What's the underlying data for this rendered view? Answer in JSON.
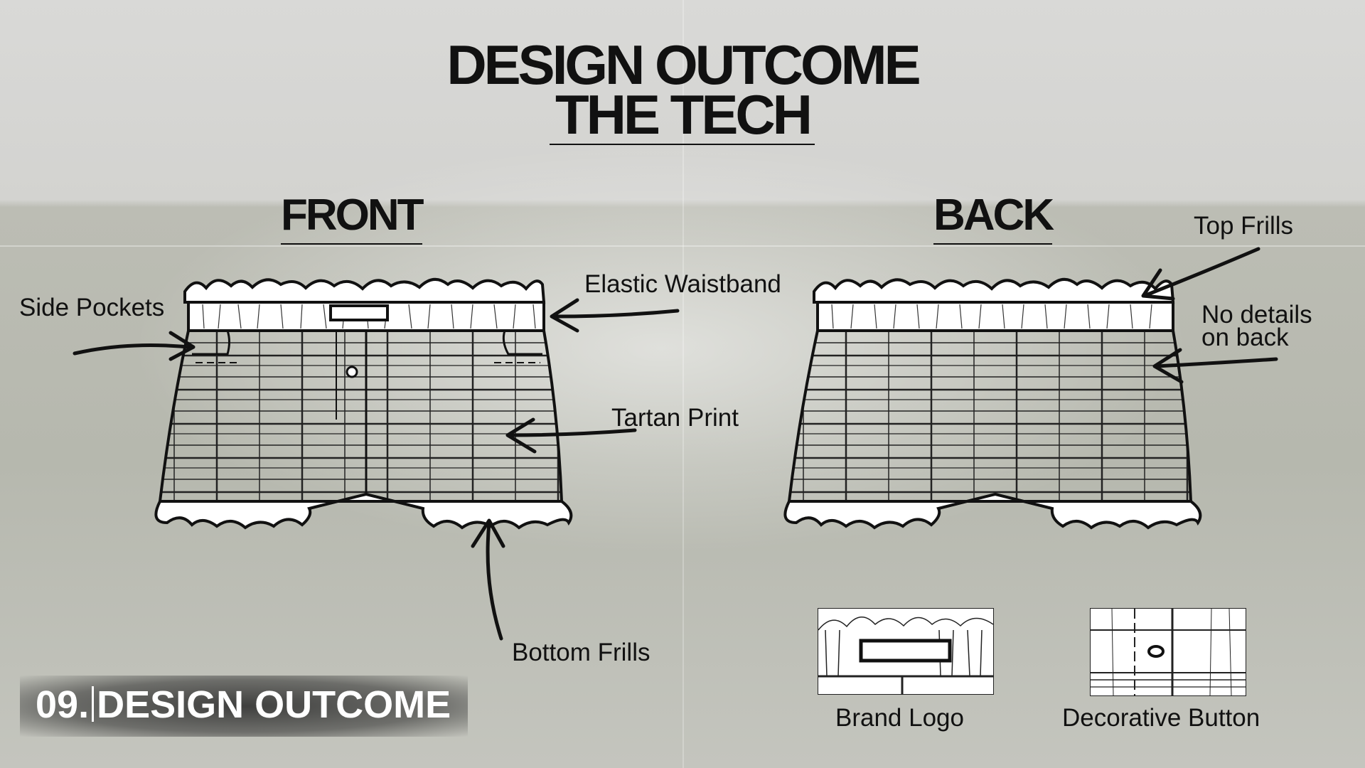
{
  "title": {
    "line1": "DESIGN OUTCOME",
    "line2": "THE TECH"
  },
  "views": {
    "front": "FRONT",
    "back": "BACK"
  },
  "annotations": {
    "side_pockets": "Side Pockets",
    "elastic_waistband": "Elastic Waistband",
    "tartan_print": "Tartan Print",
    "bottom_frills": "Bottom Frills",
    "top_frills": "Top Frills",
    "no_details_line1": "No details",
    "no_details_line2": "on back"
  },
  "details": {
    "brand_logo": "Brand Logo",
    "decorative_button": "Decorative Button"
  },
  "footer": {
    "number": "09.",
    "label": "DESIGN OUTCOME"
  }
}
